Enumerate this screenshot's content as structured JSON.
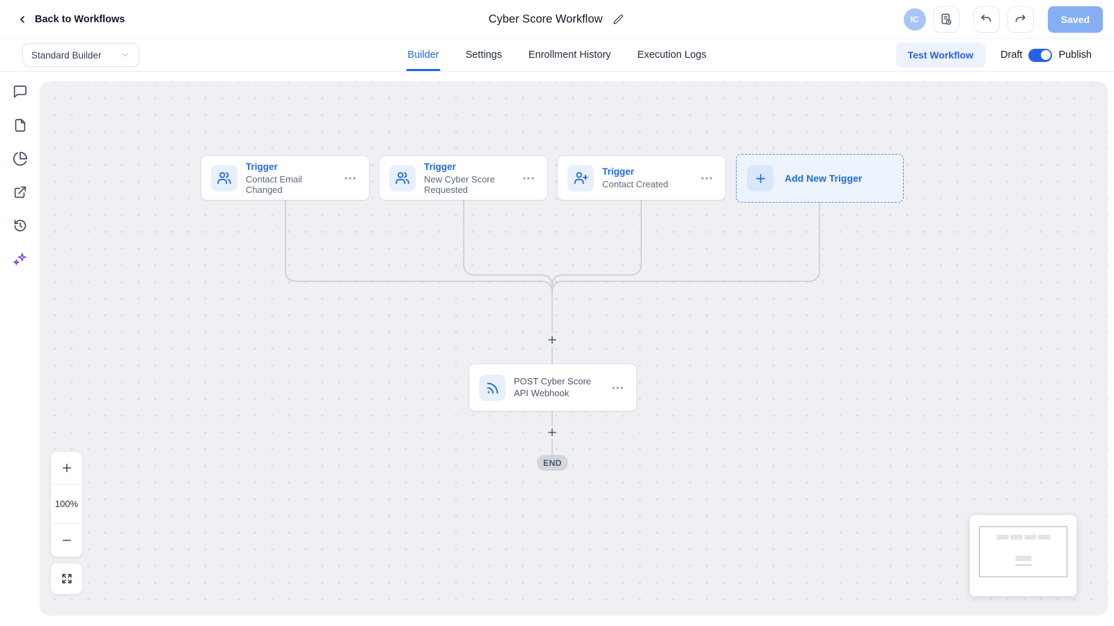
{
  "header": {
    "back_label": "Back to Workflows",
    "title": "Cyber Score Workflow",
    "avatar_initials": "IC",
    "saved_label": "Saved"
  },
  "toolbar": {
    "builder_mode": "Standard Builder",
    "tabs": [
      {
        "label": "Builder",
        "active": true
      },
      {
        "label": "Settings",
        "active": false
      },
      {
        "label": "Enrollment History",
        "active": false
      },
      {
        "label": "Execution Logs",
        "active": false
      }
    ],
    "test_workflow_label": "Test Workflow",
    "draft_label": "Draft",
    "publish_label": "Publish",
    "publish_toggle_on": true
  },
  "sidebar": {
    "icons": [
      "comment-icon",
      "document-icon",
      "pie-chart-icon",
      "external-link-icon",
      "history-icon",
      "ai-sparkles-icon"
    ]
  },
  "canvas": {
    "triggers": [
      {
        "type_label": "Trigger",
        "name": "Contact Email Changed",
        "icon": "users-icon"
      },
      {
        "type_label": "Trigger",
        "name": "New Cyber Score Requested",
        "icon": "users-icon"
      },
      {
        "type_label": "Trigger",
        "name": "Contact Created",
        "icon": "user-plus-icon"
      }
    ],
    "add_trigger_label": "Add New Trigger",
    "action_node": {
      "name": "POST Cyber Score API Webhook",
      "icon": "webhook-icon"
    },
    "end_label": "END",
    "zoom_level": "100%"
  },
  "colors": {
    "accent_blue": "#2563eb",
    "node_blue": "#1d6ae5",
    "saved_button": "#85aef3",
    "avatar_bg": "#a7c5f9",
    "canvas_bg": "#eef0f3",
    "connector": "#c7cacf",
    "end_pill": "#d3d7dd",
    "sparkles_purple": "#7c3aed"
  }
}
